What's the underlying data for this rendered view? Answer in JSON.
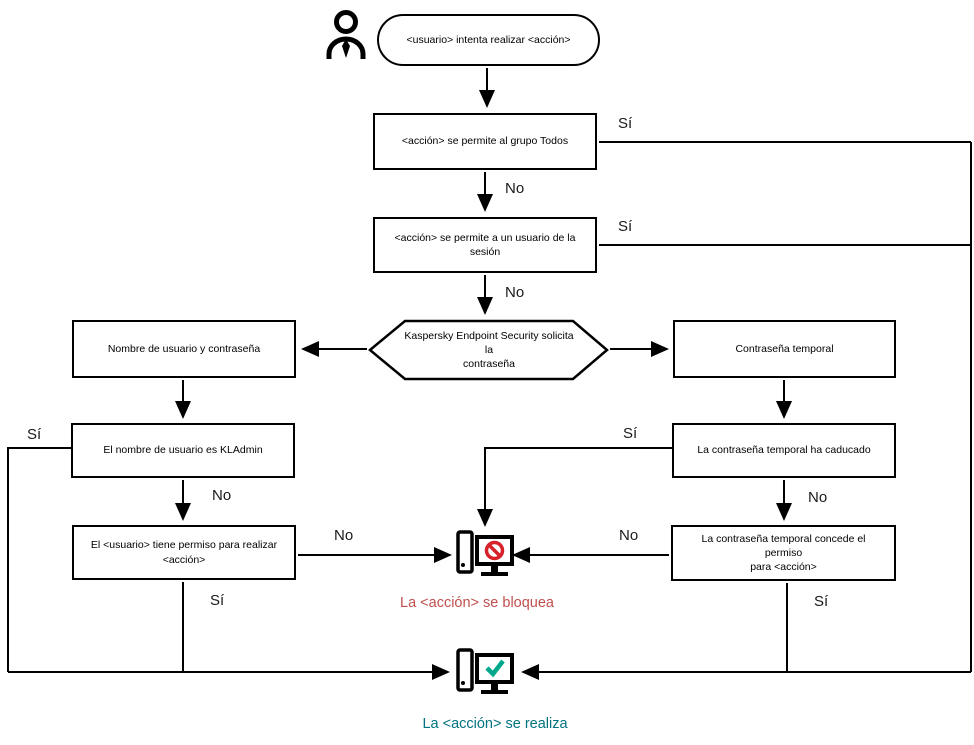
{
  "nodes": {
    "start": "<usuario> intenta realizar <acción>",
    "allow_all": "<acción> se permite al grupo Todos",
    "allow_session": "<acción> se permite a un usuario de la\nsesión",
    "prompt": "Kaspersky Endpoint Security solicita la\ncontraseña",
    "userpass": "Nombre de usuario y contraseña",
    "temp_pass": "Contraseña temporal",
    "kladmin": "El nombre de usuario es KLAdmin",
    "user_permission": "El <usuario> tiene permiso para realizar\n<acción>",
    "temp_expired": "La contraseña temporal ha caducado",
    "temp_grants": "La contraseña temporal concede el permiso\npara <acción>",
    "blocked_caption": "La <acción> se bloquea",
    "performed_caption": "La <acción> se realiza"
  },
  "labels": {
    "yes": "Sí",
    "no": "No"
  },
  "colors": {
    "line": "#000000",
    "blocked_text": "#c0504d",
    "prohibition_red": "#d6212b",
    "check_green": "#00a88b",
    "performed_text": "#00737f"
  },
  "icons": {
    "person": "person-icon",
    "blocked_computer": "computer-blocked-icon",
    "allowed_computer": "computer-allowed-icon"
  }
}
